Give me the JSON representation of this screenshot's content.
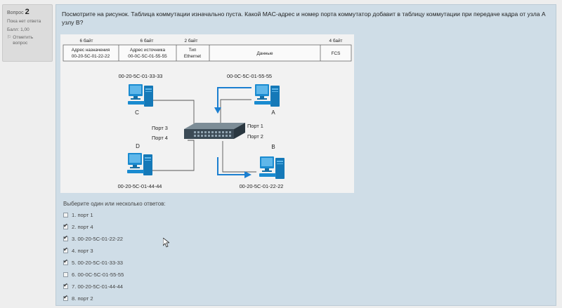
{
  "question_info": {
    "question_label": "Вопрос",
    "question_number": "2",
    "status": "Пока нет ответа",
    "score": "Балл: 1,00",
    "flag_label": "Отметить вопрос"
  },
  "question_text": "Посмотрите на рисунок. Таблица коммутации изначально пуста. Какой MAC-адрес и номер порта коммутатор добавит в таблицу коммутации при передаче кадра от узла A узлу B?",
  "frame_table": {
    "sizes": [
      "6 байт",
      "6 байт",
      "2 байт",
      "",
      "4 байт"
    ],
    "headers": [
      [
        "Адрес назначения",
        "00-20-5C-01-22-22"
      ],
      [
        "Адрес источника",
        "00-0C-5C-01-55-55"
      ],
      [
        "Тип",
        "Ethernet"
      ],
      [
        "Данные",
        ""
      ],
      [
        "FCS",
        ""
      ]
    ]
  },
  "network": {
    "node_c": {
      "label": "C",
      "mac": "00-20-5C-01-33-33"
    },
    "node_a": {
      "label": "A",
      "mac": "00-0C-5C-01-55-55"
    },
    "node_d": {
      "label": "D",
      "mac": "00-20-5C-01-44-44"
    },
    "node_b": {
      "label": "B",
      "mac": "00-20-5C-01-22-22"
    },
    "ports": [
      "Порт 3",
      "Порт 4",
      "Порт 1",
      "Порт 2"
    ]
  },
  "answers_label": "Выберите один или несколько ответов:",
  "options": [
    {
      "label": "1. порт 1",
      "checked": false
    },
    {
      "label": "2. порт 4",
      "checked": true
    },
    {
      "label": "3. 00-20-5C-01-22-22",
      "checked": true
    },
    {
      "label": "4. порт 3",
      "checked": true
    },
    {
      "label": "5. 00-20-5C-01-33-33",
      "checked": true
    },
    {
      "label": "6. 00-0C-5C-01-55-55",
      "checked": false
    },
    {
      "label": "7. 00-20-5C-01-44-44",
      "checked": true
    },
    {
      "label": "8. порт 2",
      "checked": true
    }
  ],
  "colors": {
    "panel_bg": "#cfdde7",
    "computer_blue": "#1a8bd0",
    "arrow_blue": "#1b7fd0",
    "switch_dark": "#3b4a55"
  }
}
